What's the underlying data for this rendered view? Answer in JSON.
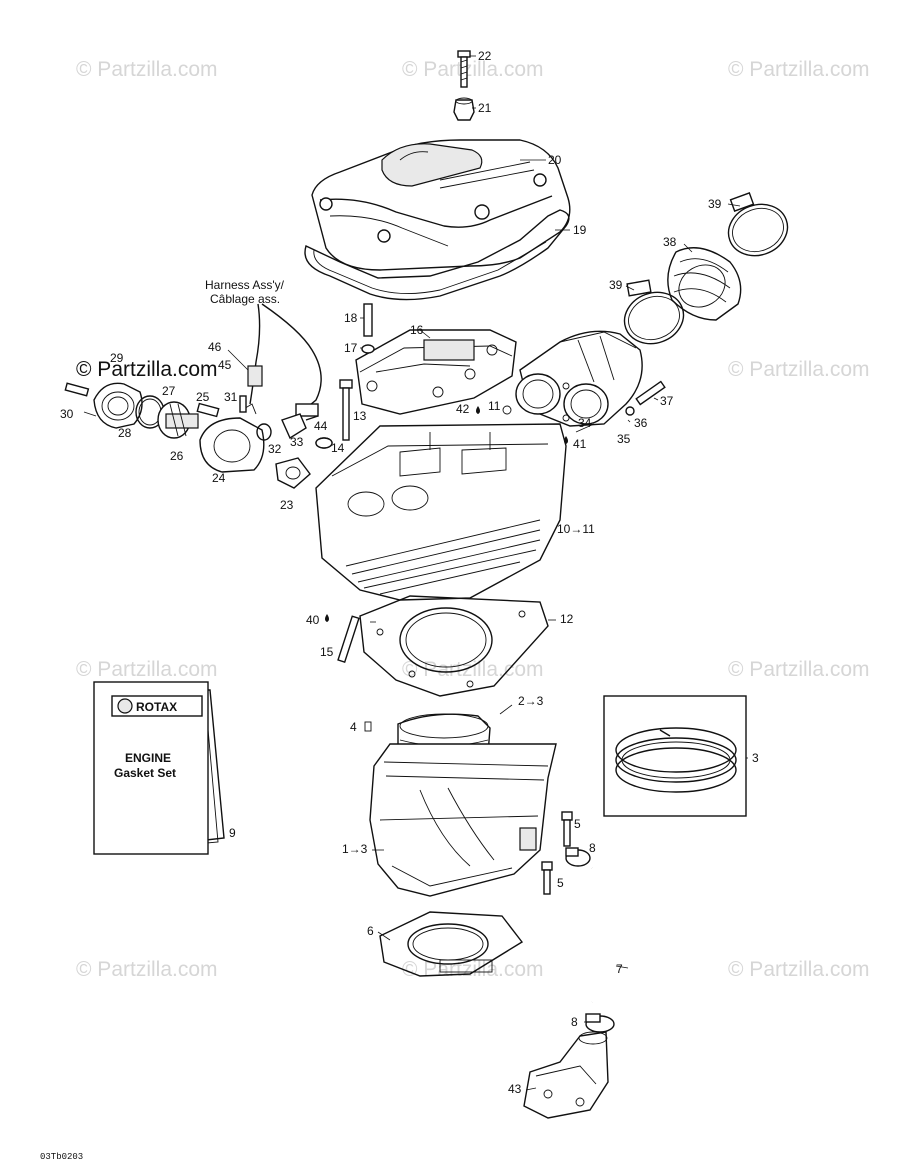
{
  "watermark": "© Partzilla.com",
  "diagram_code": "03Tb0203",
  "harness": {
    "line1": "Harness Ass'y/",
    "line2": "Câblage ass."
  },
  "manual": {
    "brand": "ROTAX",
    "title1": "ENGINE",
    "title2": "Gasket Set"
  },
  "callouts": [
    {
      "key": "c22",
      "text": "22"
    },
    {
      "key": "c21",
      "text": "21"
    },
    {
      "key": "c20",
      "text": "20"
    },
    {
      "key": "c19",
      "text": "19"
    },
    {
      "key": "c39a",
      "text": "39"
    },
    {
      "key": "c38",
      "text": "38"
    },
    {
      "key": "c39b",
      "text": "39"
    },
    {
      "key": "c18",
      "text": "18"
    },
    {
      "key": "c16",
      "text": "16"
    },
    {
      "key": "c17",
      "text": "17"
    },
    {
      "key": "c46",
      "text": "46"
    },
    {
      "key": "c45",
      "text": "45"
    },
    {
      "key": "c29",
      "text": "29"
    },
    {
      "key": "c27",
      "text": "27"
    },
    {
      "key": "c25",
      "text": "25"
    },
    {
      "key": "c31",
      "text": "31"
    },
    {
      "key": "c30",
      "text": "30"
    },
    {
      "key": "c28",
      "text": "28"
    },
    {
      "key": "c26",
      "text": "26"
    },
    {
      "key": "c24",
      "text": "24"
    },
    {
      "key": "c32",
      "text": "32"
    },
    {
      "key": "c33",
      "text": "33"
    },
    {
      "key": "c44",
      "text": "44"
    },
    {
      "key": "c13",
      "text": "13"
    },
    {
      "key": "c14",
      "text": "14"
    },
    {
      "key": "c23",
      "text": "23"
    },
    {
      "key": "c42",
      "text": "42"
    },
    {
      "key": "c11",
      "text": "11"
    },
    {
      "key": "c37",
      "text": "37"
    },
    {
      "key": "c36",
      "text": "36"
    },
    {
      "key": "c34",
      "text": "34"
    },
    {
      "key": "c35",
      "text": "35"
    },
    {
      "key": "c41",
      "text": "41"
    },
    {
      "key": "c10",
      "text": "10→11"
    },
    {
      "key": "c12",
      "text": "12"
    },
    {
      "key": "c40",
      "text": "40"
    },
    {
      "key": "c15",
      "text": "15"
    },
    {
      "key": "c9",
      "text": "9"
    },
    {
      "key": "c4",
      "text": "4"
    },
    {
      "key": "c2",
      "text": "2→3"
    },
    {
      "key": "c3",
      "text": "3"
    },
    {
      "key": "c5a",
      "text": "5"
    },
    {
      "key": "c8a",
      "text": "8"
    },
    {
      "key": "c1",
      "text": "1→3"
    },
    {
      "key": "c5b",
      "text": "5"
    },
    {
      "key": "c6",
      "text": "6"
    },
    {
      "key": "c7",
      "text": "7"
    },
    {
      "key": "c8b",
      "text": "8"
    },
    {
      "key": "c43",
      "text": "43"
    }
  ]
}
